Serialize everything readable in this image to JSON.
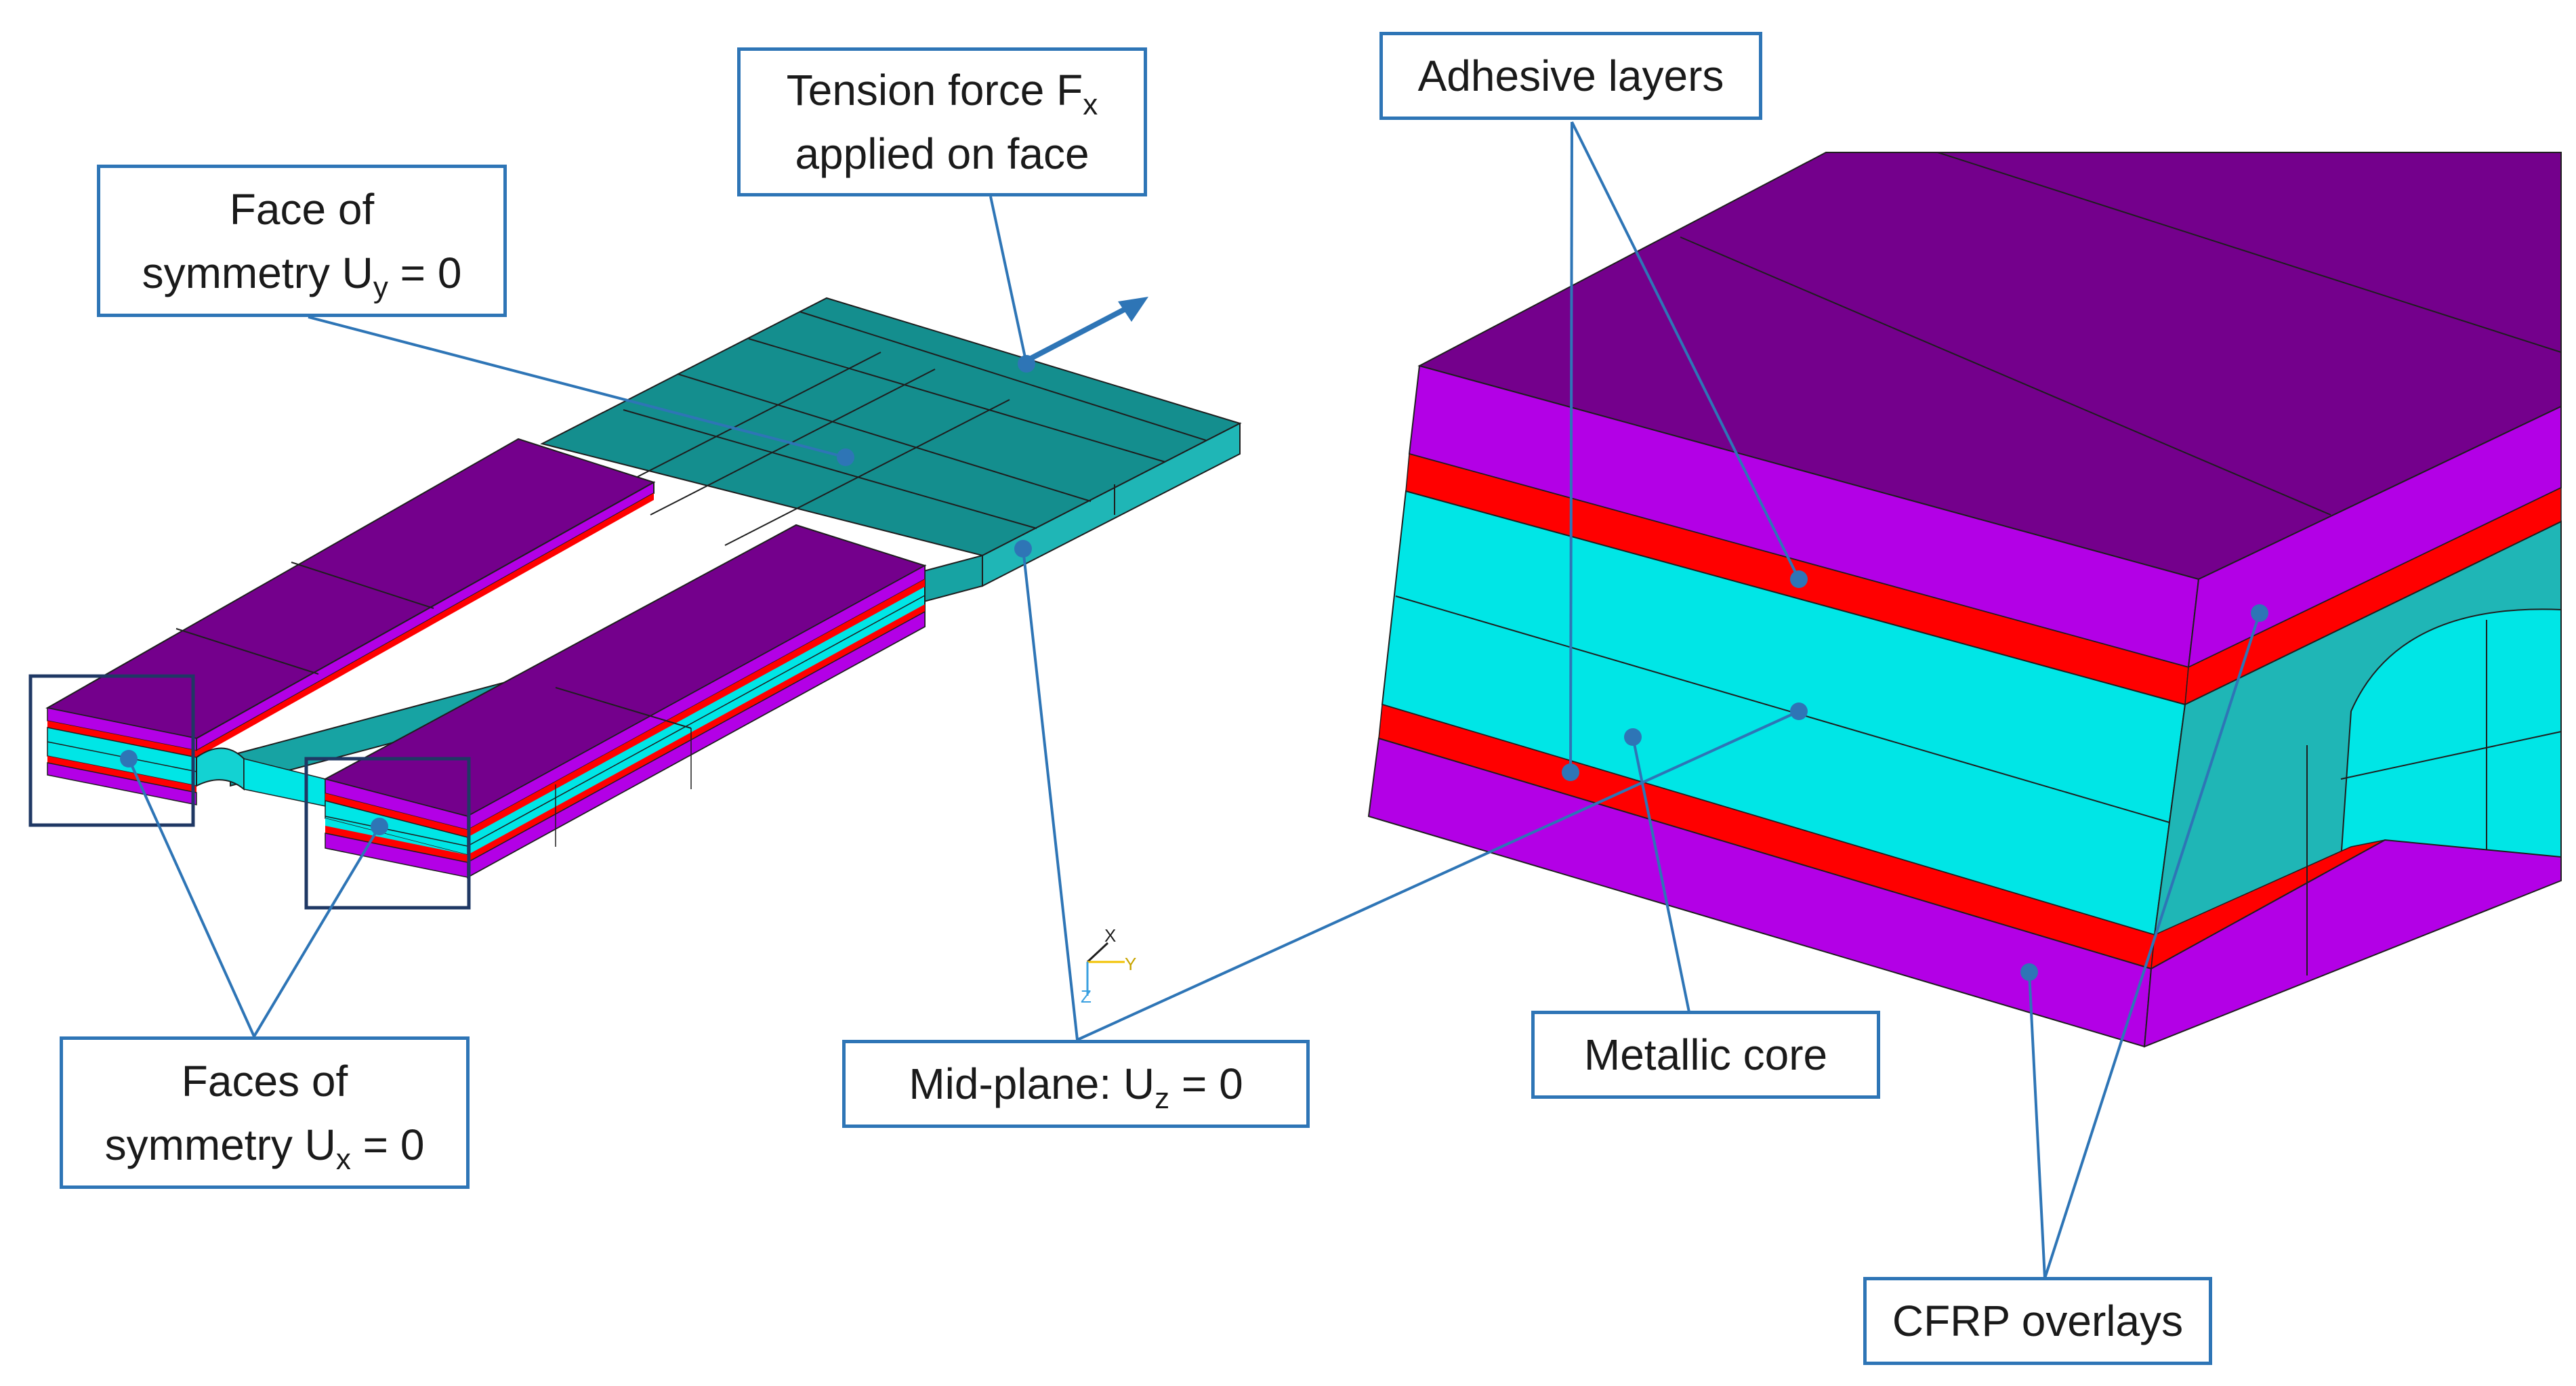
{
  "colors": {
    "cfrp_top": "#74008c",
    "cfrp_side": "#b300e6",
    "adhesive": "#ff0000",
    "core": "#00e6e6",
    "core_shade": "#13d2d2",
    "plate_top": "#148e8e",
    "plate_side": "#1fb6b6",
    "callout_line": "#2e75b6",
    "mesh_line": "#1e1e1e"
  },
  "callouts": {
    "tension": {
      "line1": "Tension force F",
      "sub": "x",
      "line2": "applied on face"
    },
    "face_y": {
      "line1": "Face of",
      "line2_pre": "symmetry U",
      "sub": "y",
      "line2_post": " = 0"
    },
    "faces_x": {
      "line1": "Faces of",
      "line2_pre": "symmetry U",
      "sub": "x",
      "line2_post": " = 0"
    },
    "midplane": {
      "pre": "Mid-plane: U",
      "sub": "z",
      "post": " = 0"
    },
    "adhesive": {
      "text": "Adhesive layers"
    },
    "core": {
      "text": "Metallic core"
    },
    "cfrp": {
      "text": "CFRP overlays"
    }
  },
  "triad": {
    "x": "X",
    "y": "Y",
    "z": "Z"
  }
}
